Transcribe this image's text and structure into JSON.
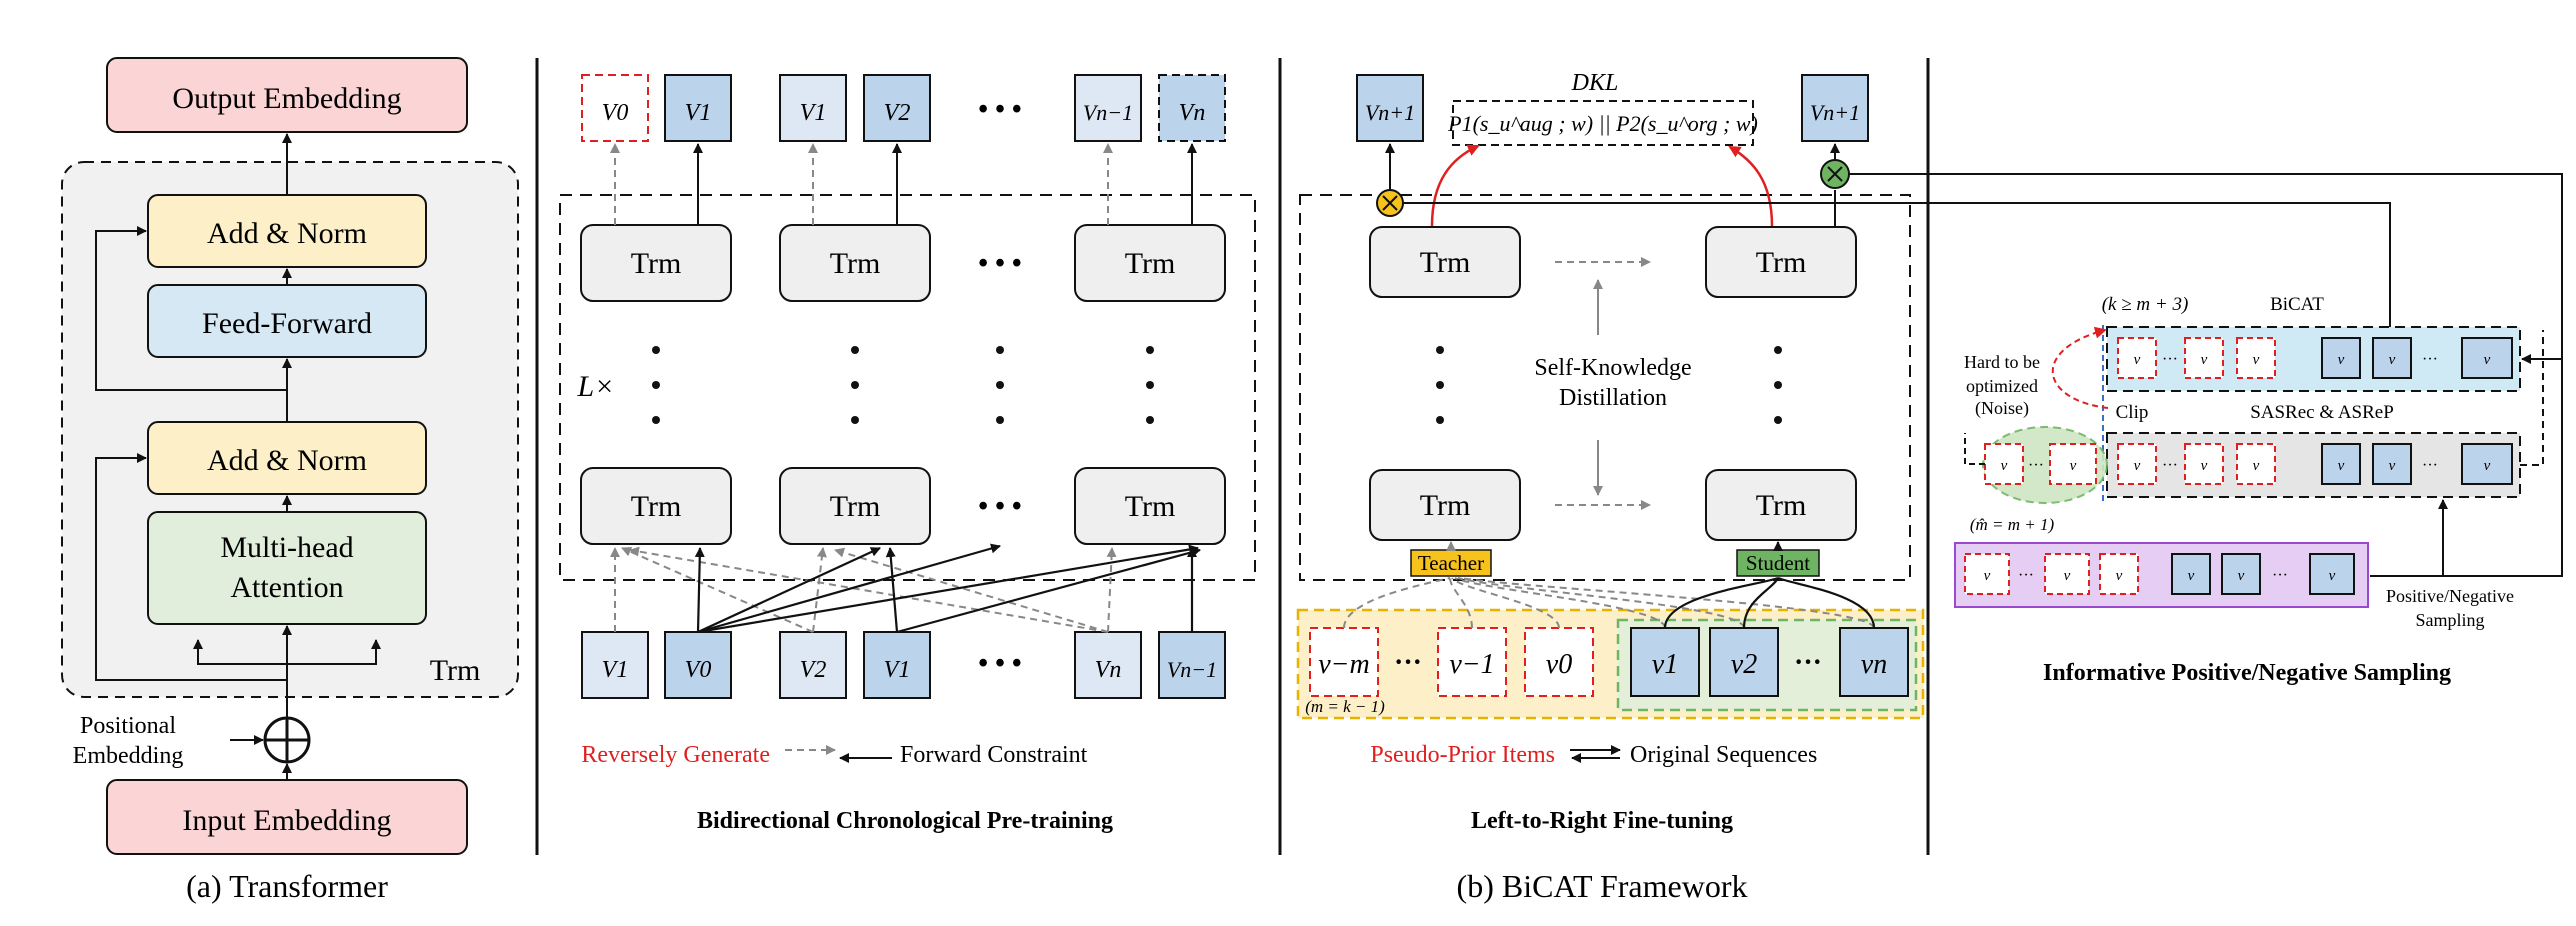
{
  "panelA": {
    "output_embedding": "Output Embedding",
    "add_norm_top": "Add & Norm",
    "feed_forward": "Feed-Forward",
    "add_norm_bottom": "Add & Norm",
    "attention_line1": "Multi-head",
    "attention_line2": "Attention",
    "trm_label": "Trm",
    "positional_line1": "Positional",
    "positional_line2": "Embedding",
    "input_embedding": "Input Embedding",
    "caption": "(a) Transformer"
  },
  "pretrain": {
    "top_tokens": [
      "V0",
      "V1",
      "V1",
      "V2",
      "Vn−1",
      "Vn"
    ],
    "bottom_tokens": [
      "V1",
      "V0",
      "V2",
      "V1",
      "Vn",
      "Vn−1"
    ],
    "trm": "Trm",
    "layers": "L×",
    "dots": "• • •",
    "legend_reverse": "Reversely Generate",
    "legend_forward": "Forward Constraint",
    "title": "Bidirectional Chronological Pre-training"
  },
  "finetune": {
    "top_left_token": "Vn+1",
    "top_right_token": "Vn+1",
    "kl_label": "DKL",
    "kl_formula": "P1(s_u^aug ; w) || P2(s_u^org ; w)",
    "trm": "Trm",
    "skd_line1": "Self-Knowledge",
    "skd_line2": "Distillation",
    "teacher": "Teacher",
    "student": "Student",
    "prior_tokens": [
      "v−m",
      "v−1",
      "v0"
    ],
    "orig_tokens": [
      "v1",
      "v2",
      "vn"
    ],
    "m_note": "(m = k − 1)",
    "legend_prior": "Pseudo-Prior Items",
    "legend_orig": "Original Sequences",
    "title": "Left-to-Right Fine-tuning"
  },
  "sampling": {
    "k_note": "(k ≥ m + 3)",
    "bicat": "BiCAT",
    "hard_line1": "Hard to be",
    "hard_line2": "optimized",
    "hard_line3": "(Noise)",
    "clip": "Clip",
    "sasrec": "SASRec & ASReP",
    "m_hat_note": "(m̂ = m + 1)",
    "pos_neg_line1": "Positive/Negative",
    "pos_neg_line2": "Sampling",
    "title": "Informative Positive/Negative Sampling"
  },
  "caption_b": "(b) BiCAT Framework"
}
